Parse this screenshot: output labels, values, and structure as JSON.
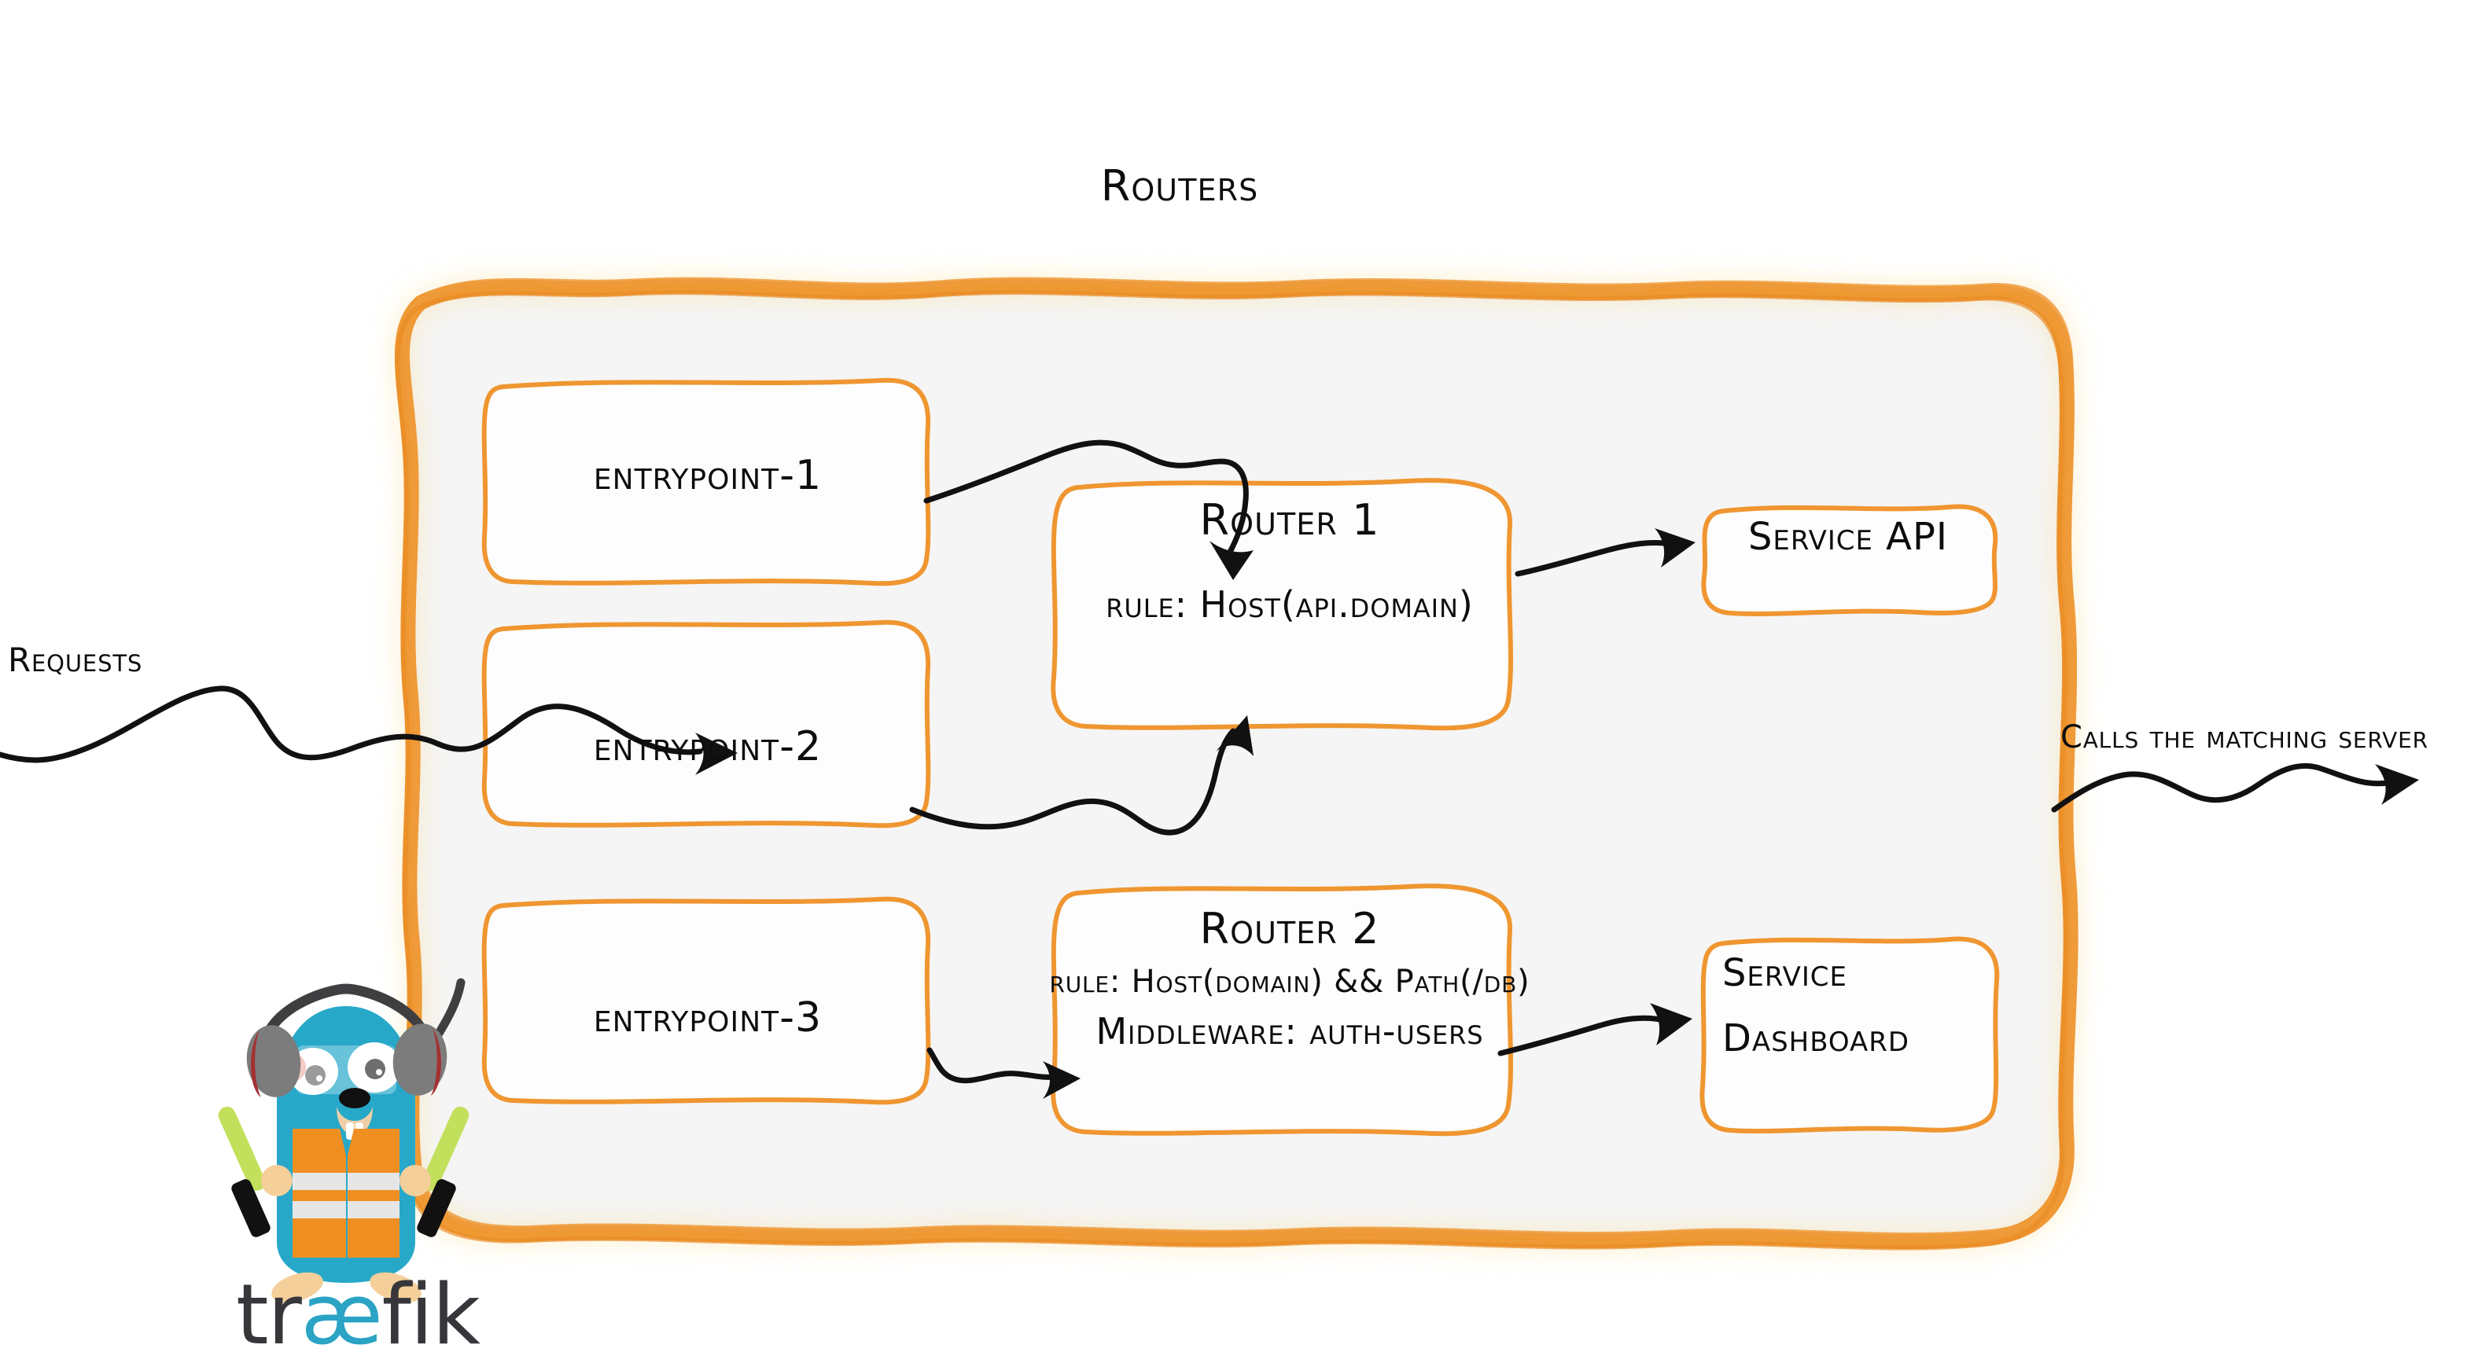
{
  "diagram": {
    "title": "Routers",
    "brand_name": "traefik",
    "brand_name_parts": {
      "pre": "tr",
      "ligature": "æ",
      "post": "fik"
    },
    "colors": {
      "accent_orange": "#ee9429",
      "box_border_orange": "#ef9631",
      "panel_fill": "#f5f5f5",
      "ink": "#111111",
      "brand_dark": "#37373b",
      "brand_cyan": "#2aa3c4"
    }
  },
  "inbound": {
    "label": "Requests",
    "arrow": "squiggly-arrow-right"
  },
  "outbound": {
    "label": "Calls the matching server",
    "arrow": "squiggly-arrow-right"
  },
  "entrypoints": [
    {
      "id": "entrypoint-1",
      "label": "entrypoint-1"
    },
    {
      "id": "entrypoint-2",
      "label": "entrypoint-2"
    },
    {
      "id": "entrypoint-3",
      "label": "entrypoint-3"
    }
  ],
  "routers": [
    {
      "id": "router-1",
      "title": "Router 1",
      "lines": [
        "rule: Host(api.domain)"
      ]
    },
    {
      "id": "router-2",
      "title": "Router 2",
      "lines": [
        "rule: Host(domain) && Path(/db)",
        "Middleware: auth-users"
      ]
    }
  ],
  "services": [
    {
      "id": "service-api",
      "lines": [
        "Service API"
      ]
    },
    {
      "id": "service-dashboard",
      "lines": [
        "Service",
        "Dashboard"
      ]
    }
  ],
  "connections": [
    {
      "from": "entrypoint-1",
      "to": "router-1"
    },
    {
      "from": "entrypoint-2",
      "to": "router-1"
    },
    {
      "from": "entrypoint-3",
      "to": "router-2"
    },
    {
      "from": "router-1",
      "to": "service-api"
    },
    {
      "from": "router-2",
      "to": "service-dashboard"
    }
  ],
  "mascot": {
    "name": "traefik-gopher-mascot",
    "description": "gopher with headphones, safety vest and marshalling wands"
  }
}
